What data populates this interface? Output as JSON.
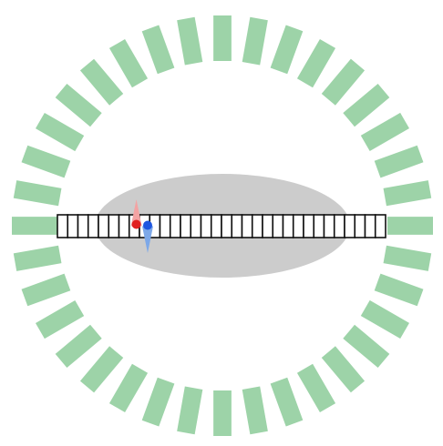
{
  "diagram": {
    "ring_segment_count": 36,
    "ring_segment_fill_ratio": 0.55,
    "grid_cell_count": 32,
    "red_dot_cell_index": 7.7,
    "blue_dot_cell_index": 8.8,
    "colors": {
      "background": "#ffffff",
      "ring_segment": "#9dd3a8",
      "ellipse": "#cccccc",
      "grid_cell_fill": "#ffffff",
      "grid_cell_stroke": "#111111",
      "red_particle": "#e02020",
      "red_arrow": "#f3a3a3",
      "blue_particle": "#1f56e0",
      "blue_arrow": "#7da8e8"
    }
  }
}
